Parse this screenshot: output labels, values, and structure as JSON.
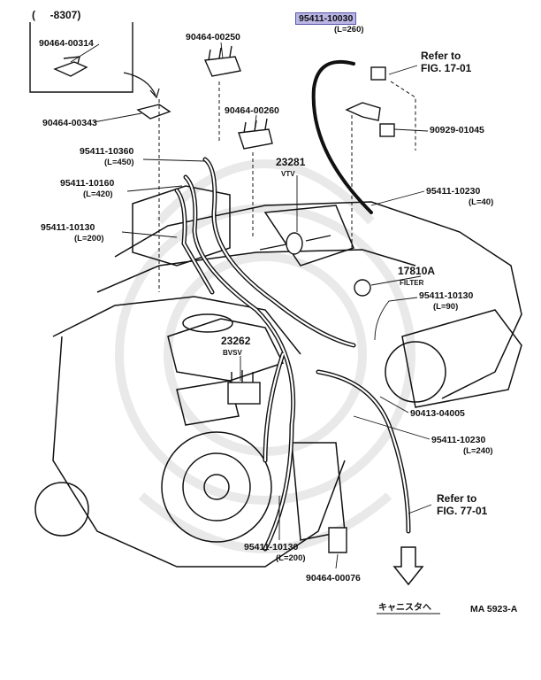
{
  "header": {
    "date_range": "(     -8307)",
    "highlighted_part": "95411-10030",
    "highlighted_length": "(L=260)"
  },
  "labels": {
    "inset_part": "90464-00314",
    "clip_top": "90464-00250",
    "clip_left": "90464-00343",
    "clip_mid": "90464-00260",
    "hose_10360": "95411-10360",
    "hose_10360_len": "(L=450)",
    "hose_10160": "95411-10160",
    "hose_10160_len": "(L=420)",
    "hose_10130_a": "95411-10130",
    "hose_10130_a_len": "(L=200)",
    "vtv_no": "23281",
    "vtv": "VTV",
    "refer_top_1": "Refer to",
    "refer_top_2": "FIG. 17-01",
    "part_90929": "90929-01045",
    "hose_10230_a": "95411-10230",
    "hose_10230_a_len": "(L=40)",
    "filter_no": "17810A",
    "filter": "FILTER",
    "hose_10130_b": "95411-10130",
    "hose_10130_b_len": "(L=90)",
    "bvsv_no": "23262",
    "bvsv": "BVSV",
    "part_90413": "90413-04005",
    "hose_10230_b": "95411-10230",
    "hose_10230_b_len": "(L=240)",
    "refer_bot_1": "Refer to",
    "refer_bot_2": "FIG. 77-01",
    "hose_10130_c": "95411-10130",
    "hose_10130_c_len": "(L=200)",
    "clip_bottom": "90464-00076",
    "canister": "キャニスタへ",
    "figure_code": "MA 5923-A"
  },
  "colors": {
    "line": "#111111",
    "highlight_fill": "#b9b6e6",
    "watermark": "#e6e6e6"
  }
}
